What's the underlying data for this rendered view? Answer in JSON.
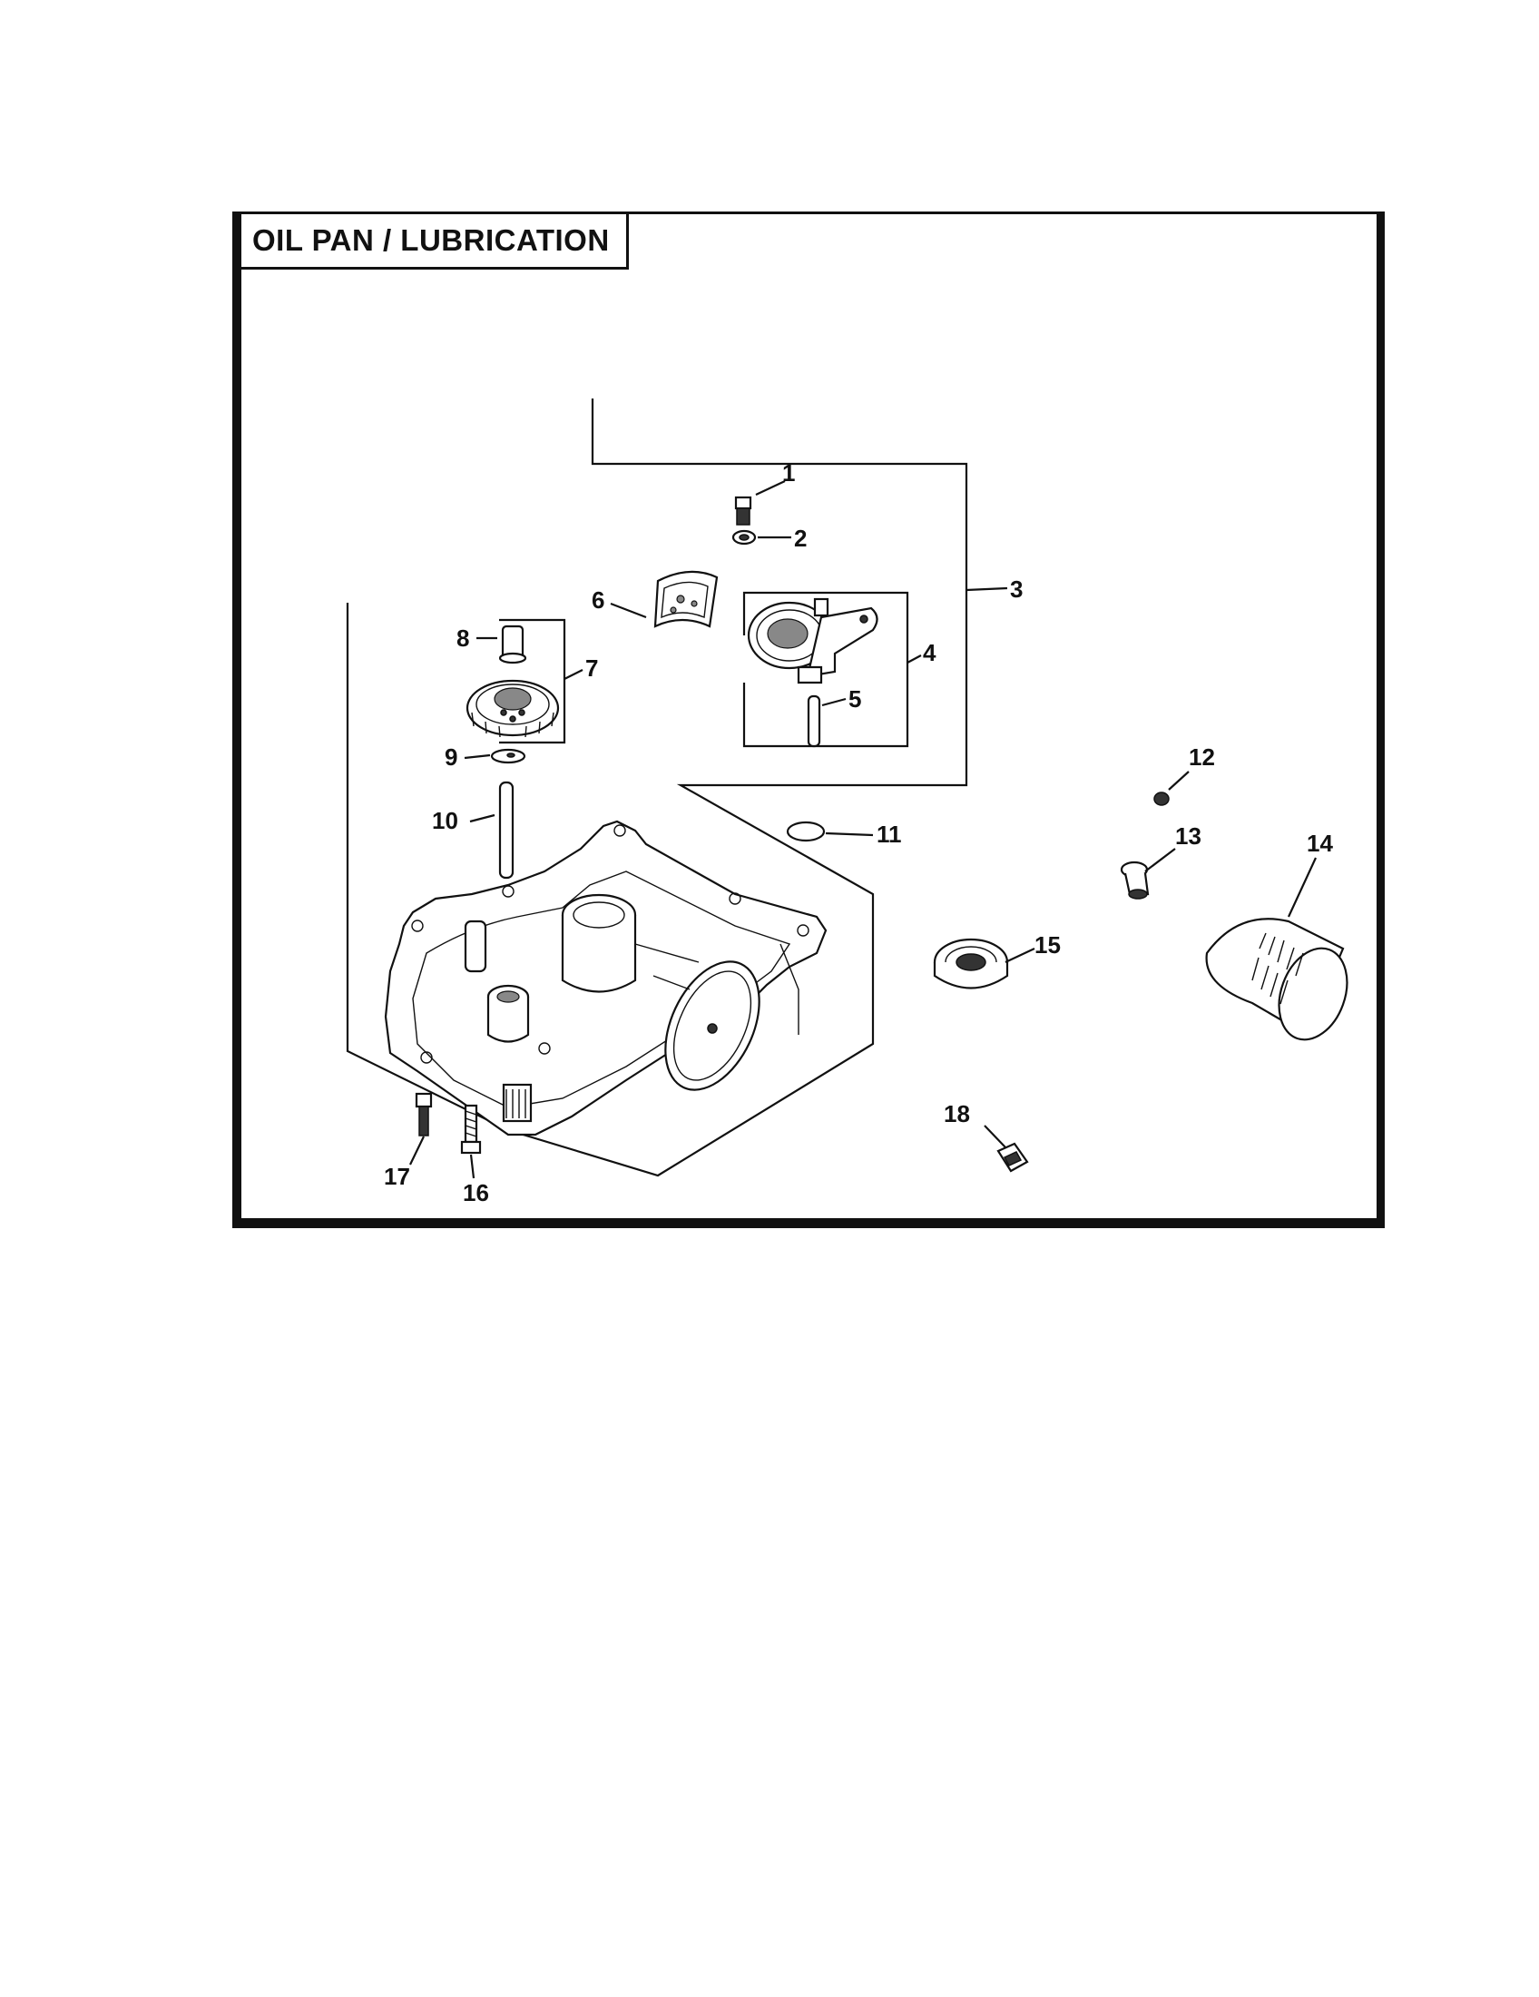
{
  "title": "OIL PAN / LUBRICATION",
  "callouts": {
    "c1": "1",
    "c2": "2",
    "c3": "3",
    "c4": "4",
    "c5": "5",
    "c6": "6",
    "c7": "7",
    "c8": "8",
    "c9": "9",
    "c10": "10",
    "c11": "11",
    "c12": "12",
    "c13": "13",
    "c14": "14",
    "c15": "15",
    "c16": "16",
    "c17": "17",
    "c18": "18"
  },
  "icons": {
    "oil_pan": "oil-pan-housing",
    "oil_filter": "oil-filter-canister",
    "oil_seal": "oil-seal-ring",
    "oil_pump": "oil-pump-gear-assembly",
    "governor_gear": "governor-gear"
  }
}
